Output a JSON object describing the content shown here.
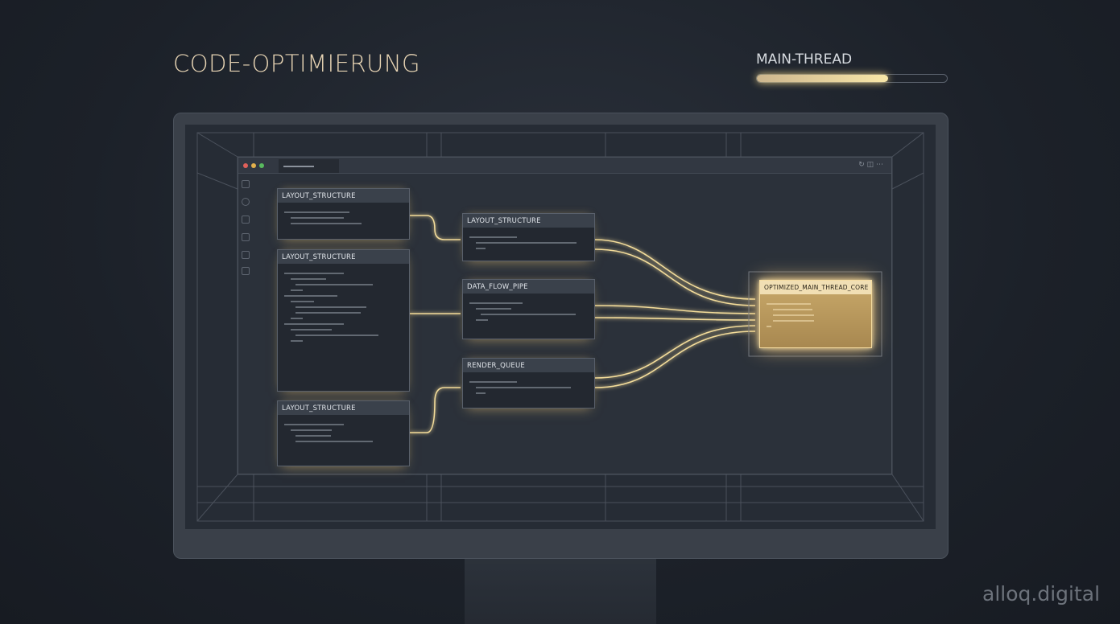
{
  "title": "CODE-OPTIMIERUNG",
  "main_thread": {
    "label": "MAIN-THREAD",
    "progress_percent": 69
  },
  "window": {
    "controls": [
      "close",
      "minimize",
      "maximize"
    ],
    "colors": {
      "close": "#e0605a",
      "minimize": "#e3b04c",
      "maximize": "#58b95e"
    }
  },
  "blocks": {
    "left1": "LAYOUT_STRUCTURE",
    "left2": "LAYOUT_STRUCTURE",
    "left3": "LAYOUT_STRUCTURE",
    "mid1": "LAYOUT_STRUCTURE",
    "mid2": "DATA_FLOW_PIPE",
    "mid3": "RENDER_QUEUE",
    "core": "OPTIMIZED_MAIN_THREAD_CORE"
  },
  "accent": "#f3d88a",
  "watermark": "alloq.digital"
}
